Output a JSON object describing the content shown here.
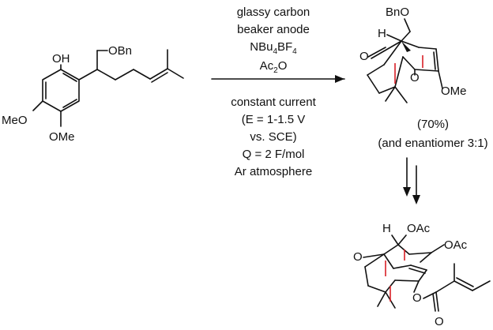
{
  "reagents": {
    "above": [
      "glassy carbon",
      "beaker anode",
      "NBu4BF4",
      "Ac2O"
    ],
    "below": [
      "constant current",
      "(E = 1-1.5 V",
      "vs. SCE)",
      "Q = 2 F/mol",
      "Ar atmosphere"
    ]
  },
  "start_material": {
    "labels": {
      "oh": "OH",
      "obn": "OBn",
      "meo": "MeO",
      "ome": "OMe"
    }
  },
  "product1": {
    "labels": {
      "obn": "BnO",
      "h": "H",
      "o_ketone1": "O",
      "o_ketone2": "O",
      "ome": "OMe"
    },
    "yield": "(70%)",
    "note": "(and enantiomer 3:1)"
  },
  "product2": {
    "labels": {
      "h": "H",
      "oac1": "OAc",
      "oac2": "OAc",
      "o_ketone": "O",
      "o_ester": "O",
      "o_carbonyl": "O"
    }
  },
  "colors": {
    "ink": "#111111",
    "bridge": "#d81f26"
  }
}
